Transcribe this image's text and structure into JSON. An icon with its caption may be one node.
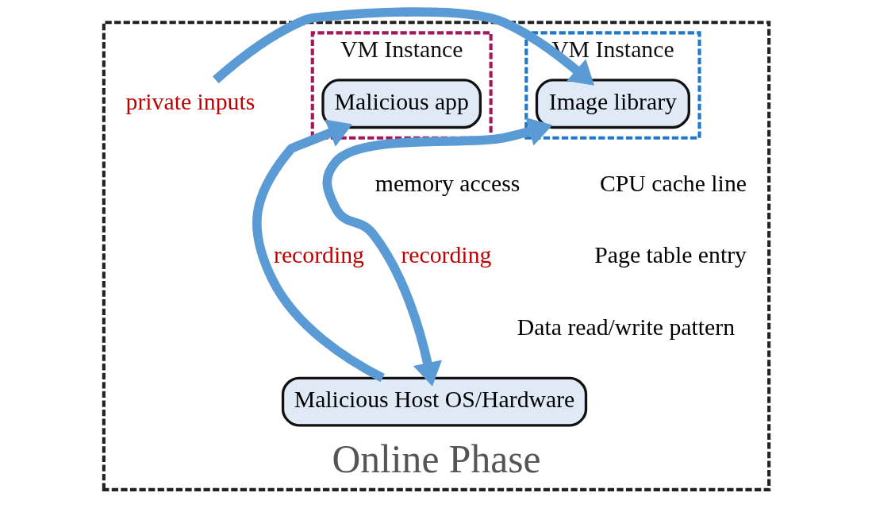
{
  "diagram": {
    "nodes": [
      {
        "text": [
          "Online Phase"
        ]
      },
      {
        "text": [
          "VM Instance"
        ],
        "in": 0
      },
      {
        "text": [
          "Image library"
        ],
        "in": 1
      },
      {
        "text": [
          "VM Instance"
        ],
        "in": 0
      },
      {
        "text": [
          "Malicious app"
        ],
        "in": 3
      },
      {
        "text": [
          "Malicious Host OS/Hardware"
        ],
        "in": 0
      },
      {
        "text": [
          "private inputs"
        ],
        "in": 0
      }
    ],
    "edges": [
      {
        "from": 6,
        "to": 2,
        "arrow": "to"
      },
      {
        "from": 2,
        "to": 5,
        "arrow": "both",
        "label": "recording"
      },
      {
        "from": 5,
        "to": 4,
        "arrow": "to",
        "label": "recording"
      }
    ],
    "labels": [
      "memory access",
      "CPU cache line",
      "Page table entry",
      "Data read/write pattern"
    ]
  }
}
